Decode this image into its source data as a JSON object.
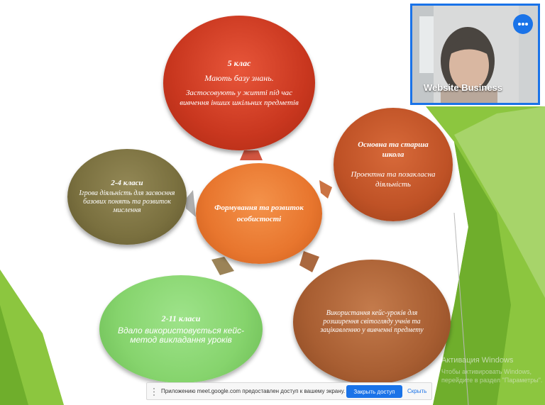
{
  "diagram": {
    "grade5": {
      "title": "5 клас",
      "line1": "Мають базу знань.",
      "line2": "Застосовують у житті під час вивчення інших шкільних предметів"
    },
    "senior_school": {
      "title": "Основна та старша школа",
      "line1": "Проектна та позакласна діяльність"
    },
    "grades_2_4": {
      "title": "2-4 класи",
      "line1": "Ігрова діяльність для засвоєння базових понять та розвиток мислення"
    },
    "center": {
      "title": "Формування та розвиток особистості"
    },
    "grades_2_11": {
      "title": "2-11 класи",
      "line1": "Вдало використовується кейс-метод викладання уроків"
    },
    "case_lessons": {
      "line1": "Використання кейс-уроків для розширення світогляду учнів та зацікавленню у вивченні предмету"
    }
  },
  "video_tile": {
    "participant_name": "Website Business",
    "more_icon": "more-vert-icon"
  },
  "watermark": {
    "title": "Активация Windows",
    "subtitle": "Чтобы активировать Windows, перейдите в раздел \"Параметры\"."
  },
  "share_bar": {
    "message": "Приложению meet.google.com предоставлен доступ к вашему экрану.",
    "stop_label": "Закрыть доступ",
    "hide_label": "Скрыть"
  },
  "colors": {
    "accent": "#1a73e8",
    "slide_green": "#7cc242"
  }
}
